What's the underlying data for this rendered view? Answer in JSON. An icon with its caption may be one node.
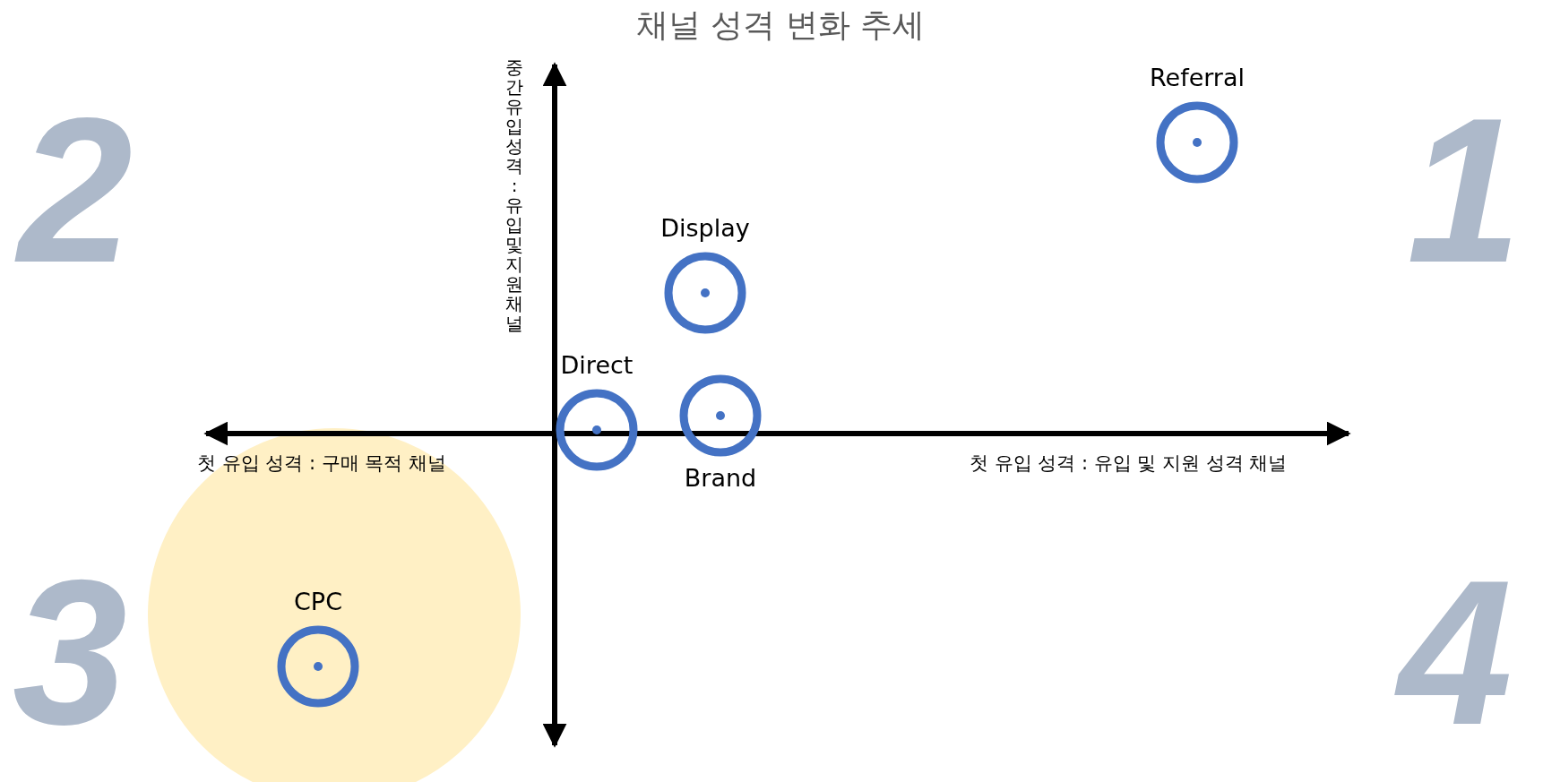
{
  "diagram": {
    "title": "채널 성격 변화 추세",
    "nodes": [
      {
        "text": [
          "Referral"
        ]
      },
      {
        "text": [
          "Display"
        ]
      },
      {
        "text": [
          "Direct"
        ]
      },
      {
        "text": [
          "Brand"
        ]
      },
      {
        "text": [],
        "shape": "circle"
      },
      {
        "text": [
          "CPC"
        ],
        "in": 4
      }
    ],
    "labels": [
      "중간유입성격 : 유입 및 지원 채널",
      "2",
      "1",
      "첫 유입 성격 : 구매 목적 채널",
      "첫 유입 성격 : 유입 및 지원 성격 채널",
      "3",
      "4"
    ]
  }
}
